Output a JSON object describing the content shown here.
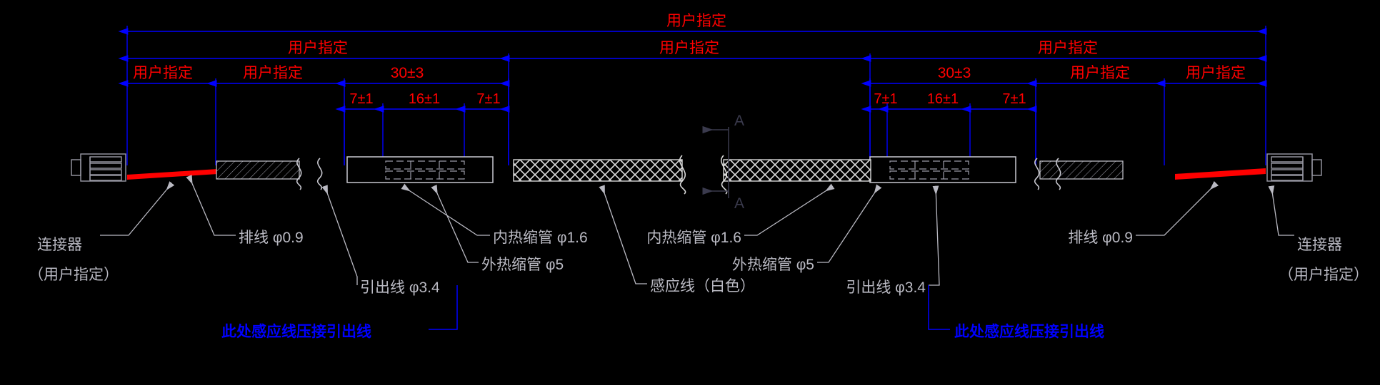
{
  "drawing": {
    "title": "sensor-cable-assembly-drawing",
    "background_color": "#000000",
    "colors": {
      "dimension_text": "#ff0000",
      "dimension_line": "#0000ff",
      "leader_label": "#b9b9c2",
      "note_text": "#0000ff",
      "wire_red": "#ff0000",
      "section_marker": "#3a3a4d"
    }
  },
  "dimensions": {
    "overall": {
      "label": "用户指定"
    },
    "row2": [
      {
        "label": "用户指定"
      },
      {
        "label": "用户指定"
      },
      {
        "label": "用户指定"
      }
    ],
    "row3": [
      {
        "label": "用户指定"
      },
      {
        "label": "用户指定"
      },
      {
        "label": "30±3"
      },
      {
        "label": "30±3"
      },
      {
        "label": "用户指定"
      },
      {
        "label": "用户指定"
      }
    ],
    "row4_left": [
      {
        "label": "7±1"
      },
      {
        "label": "16±1"
      },
      {
        "label": "7±1"
      }
    ],
    "row4_right": [
      {
        "label": "7±1"
      },
      {
        "label": "16±1"
      },
      {
        "label": "7±1"
      }
    ]
  },
  "section_markers": {
    "top": "A",
    "bottom": "A"
  },
  "leader_labels": {
    "connector_left_line1": "连接器",
    "connector_left_line2": "（用户指定）",
    "connector_right_line1": "连接器",
    "connector_right_line2": "（用户指定）",
    "ribbon_left": "排线 φ0.9",
    "ribbon_right": "排线 φ0.9",
    "lead_left": "引出线 φ3.4",
    "lead_right": "引出线 φ3.4",
    "outer_tube_left": "外热缩管 φ5",
    "outer_tube_right": "外热缩管 φ5",
    "inner_tube_left": "内热缩管 φ1.6",
    "inner_tube_right": "内热缩管 φ1.6",
    "sense_wire": "感应线（白色）"
  },
  "notes": {
    "left": "此处感应线压接引出线",
    "right": "此处感应线压接引出线"
  }
}
